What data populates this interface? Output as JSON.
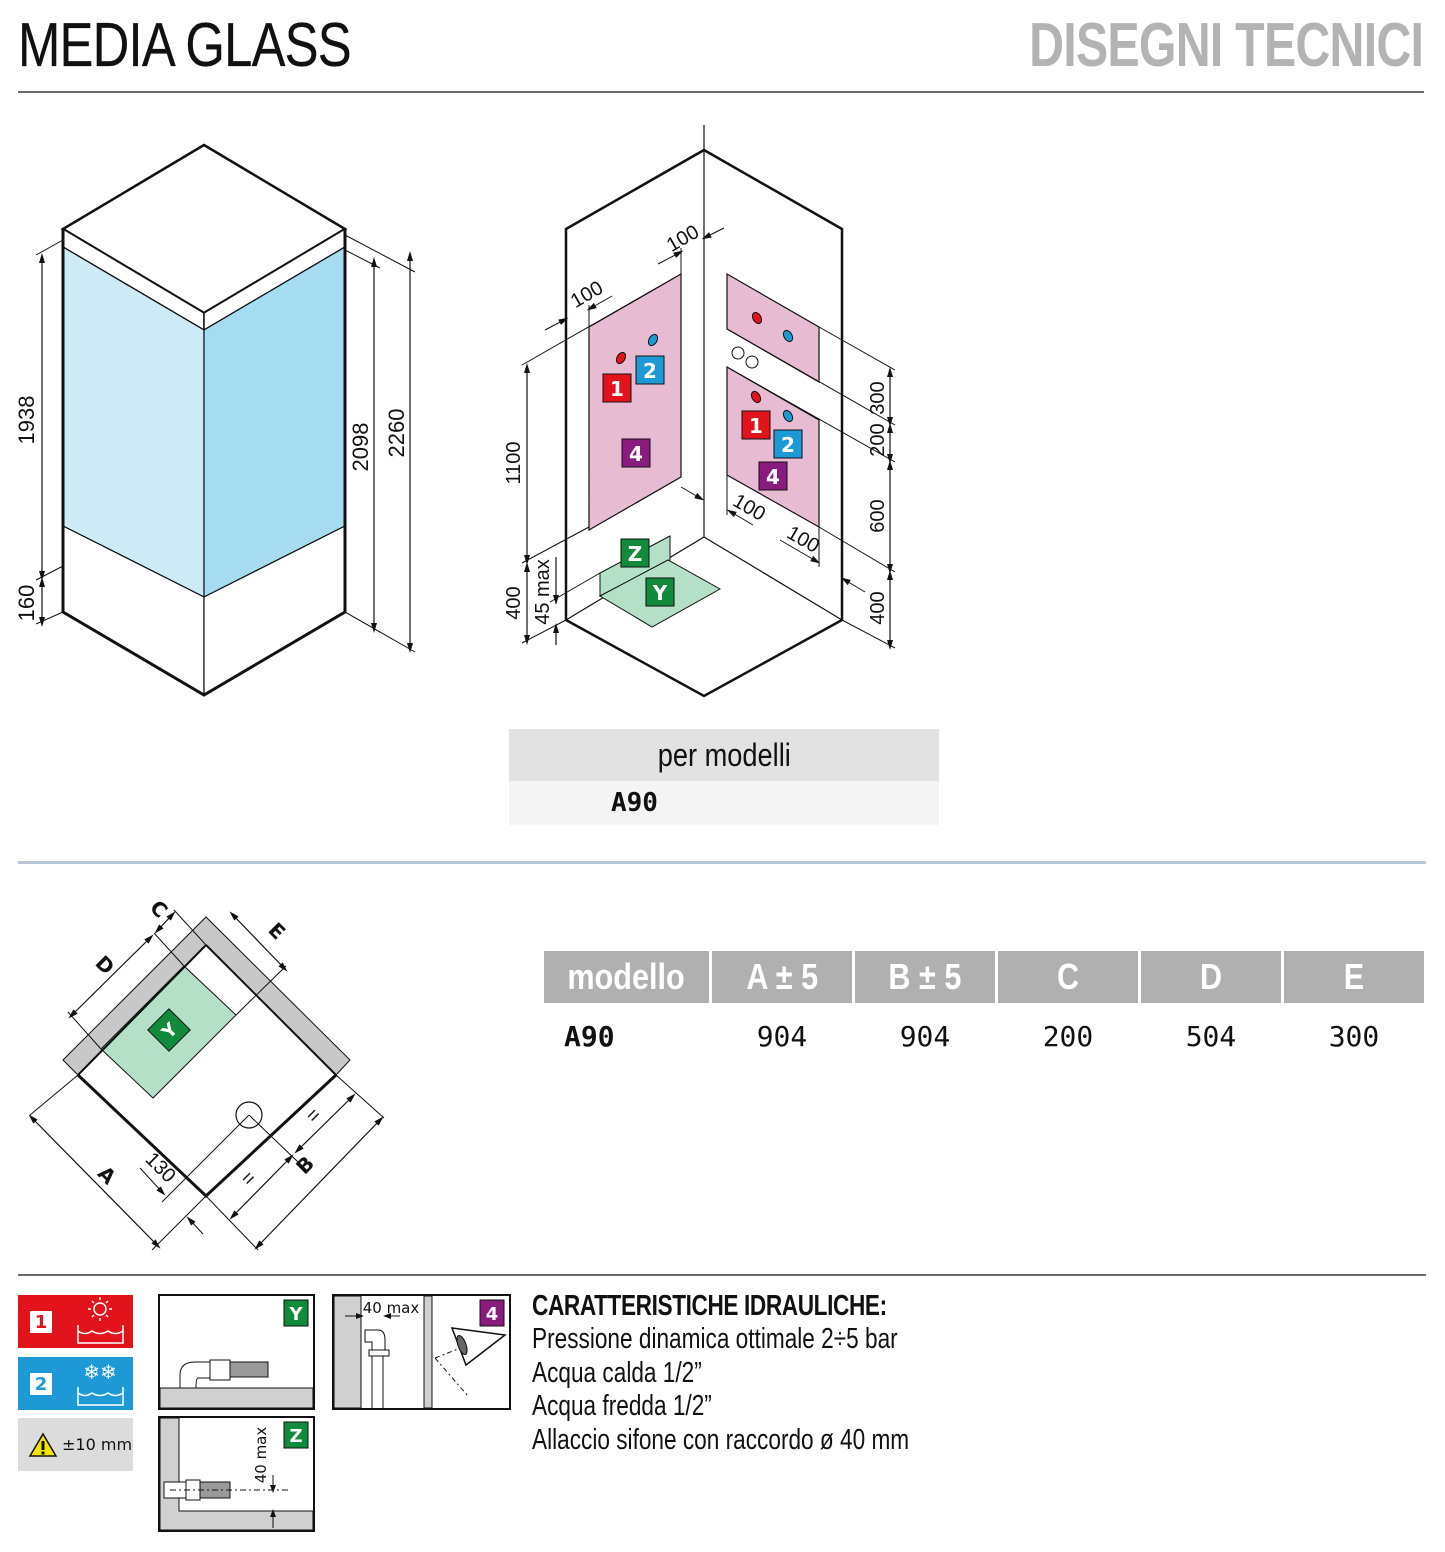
{
  "header": {
    "product_title": "MEDIA GLASS",
    "section_title": "DISEGNI TECNICI"
  },
  "colors": {
    "glass_light": "#cdeaf7",
    "glass_dark": "#a6dcf2",
    "zone_pink": "#e7bcd2",
    "zone_green": "#b5e0c8",
    "badge_hot": "#e3131b",
    "badge_cold": "#1d9ad6",
    "badge_purple": "#8a1b7e",
    "badge_green": "#118a3c",
    "header_grey": "#b0b0b0",
    "title_grey": "#b3b3b3",
    "wall_grey": "#c8c8c8"
  },
  "elevation_view": {
    "dimensions": {
      "glass_height": "1938",
      "base_height": "160",
      "frame_height": "2098",
      "total_height": "2260"
    }
  },
  "installation_view": {
    "dimensions": {
      "left_offset": "100",
      "top_offset": "100",
      "mixer_height": "1100",
      "drain_height": "400",
      "drain_max": "45 max",
      "right_300": "300",
      "right_200": "200",
      "right_600": "600",
      "right_400": "400",
      "bottom_100_a": "100",
      "bottom_100_b": "100"
    },
    "badges": {
      "hot": "1",
      "cold": "2",
      "steam": "4",
      "drain_z": "Z",
      "drain_y": "Y"
    }
  },
  "per_modelli": {
    "header": "per modelli",
    "model": "A90"
  },
  "plan_view": {
    "labels": {
      "a": "A",
      "b": "B",
      "c": "C",
      "d": "D",
      "e": "E",
      "drain_offset": "130",
      "equal_1": "=",
      "equal_2": "=",
      "badge_y": "Y"
    }
  },
  "dimension_table": {
    "columns": [
      "modello",
      "A ± 5",
      "B ± 5",
      "C",
      "D",
      "E"
    ],
    "rows": [
      [
        "A90",
        "904",
        "904",
        "200",
        "504",
        "300"
      ]
    ]
  },
  "legend": {
    "hot_number": "1",
    "cold_number": "2",
    "tolerance": "±10 mm",
    "detail_y": "Y",
    "detail_z": "Z",
    "detail_4": "4",
    "z_max": "40 max",
    "pipe_max": "40 max"
  },
  "hydraulics": {
    "heading": "CARATTERISTICHE IDRAULICHE:",
    "lines": [
      "Pressione dinamica ottimale 2÷5 bar",
      "Acqua calda 1/2”",
      "Acqua fredda 1/2”",
      "Allaccio sifone con raccordo ø 40 mm"
    ]
  }
}
